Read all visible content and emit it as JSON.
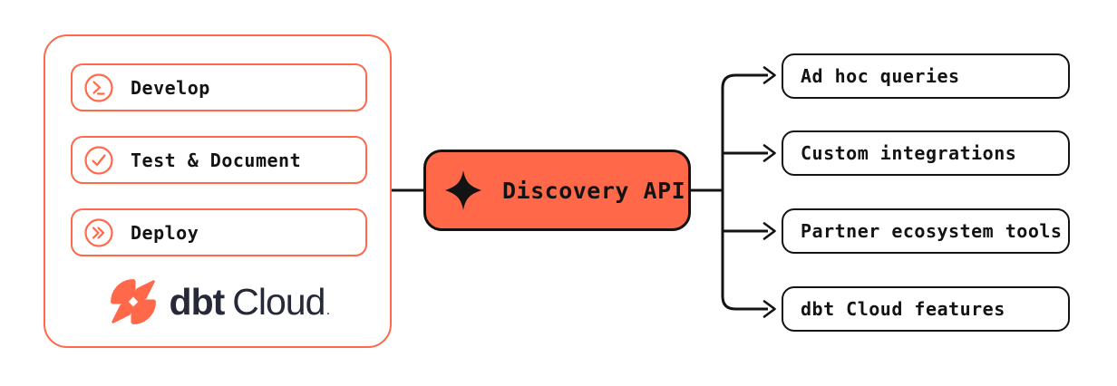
{
  "colors": {
    "accent_orange": "#FF694A",
    "api_node_fill": "#FF694A",
    "line_black": "#131313",
    "logo_navy": "#262A38",
    "background": "#FFFFFF"
  },
  "dbt_cloud_group": {
    "steps": [
      {
        "label": "Develop",
        "icon": "terminal-prompt-circle-icon"
      },
      {
        "label": "Test & Document",
        "icon": "check-circle-icon"
      },
      {
        "label": "Deploy",
        "icon": "double-chevron-circle-icon"
      }
    ],
    "logo": {
      "mark_icon": "dbt-logo-mark-icon",
      "name_bold": "dbt",
      "name_light": "Cloud",
      "trademark": "."
    }
  },
  "api_node": {
    "label": "Discovery API",
    "icon": "sparkle-icon"
  },
  "consumers": [
    {
      "label": "Ad hoc queries"
    },
    {
      "label": "Custom integrations"
    },
    {
      "label": "Partner ecosystem tools"
    },
    {
      "label": "dbt Cloud features"
    }
  ]
}
